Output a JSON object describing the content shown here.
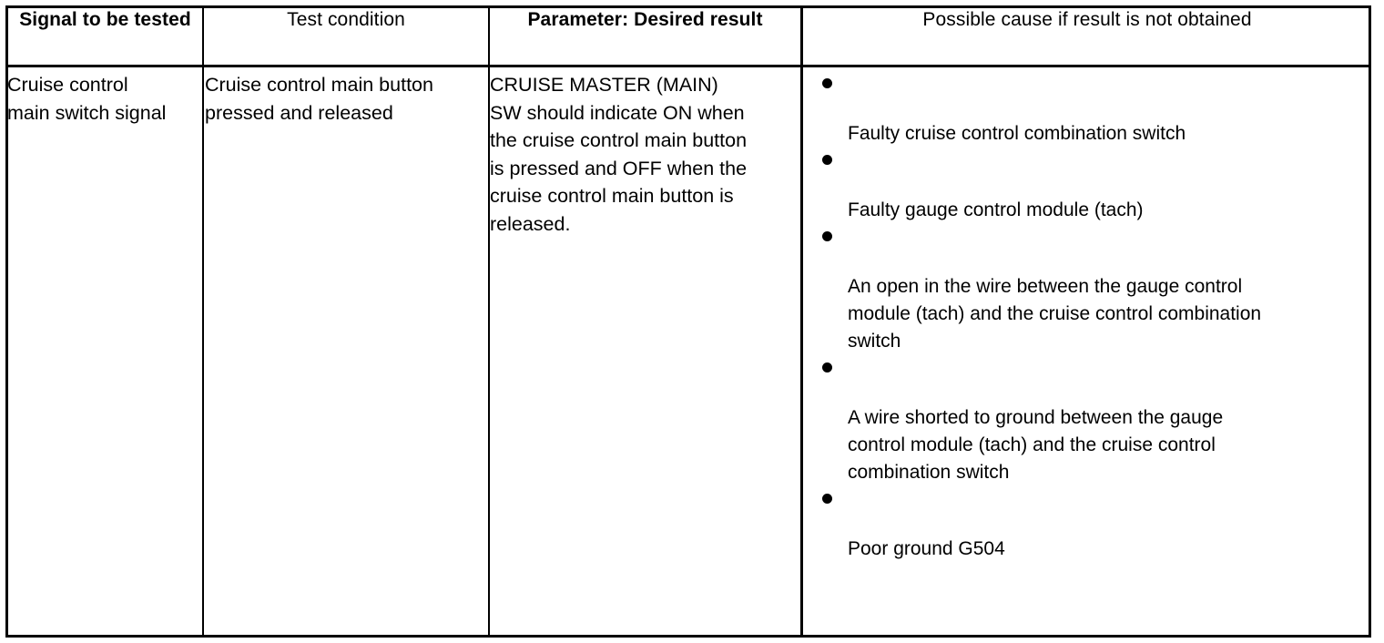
{
  "table": {
    "headers": [
      {
        "label": "Signal to be\ntested",
        "bold": true
      },
      {
        "label": "Test condition",
        "bold": false
      },
      {
        "label": "Parameter: Desired result",
        "bold": true
      },
      {
        "label": "Possible cause if result is not obtained",
        "bold": false
      }
    ],
    "rows": [
      {
        "signal": "Cruise control\nmain switch signal",
        "test_condition": "Cruise control main button\npressed and released",
        "parameter_desired_result": "CRUISE MASTER (MAIN)\nSW should indicate ON when\nthe cruise control main button\nis pressed and OFF when the\ncruise control main button is\nreleased.",
        "possible_causes": [
          "Faulty cruise control combination switch",
          "Faulty gauge control module (tach)",
          "An open in the wire between the gauge control\nmodule (tach) and the cruise control combination\nswitch",
          "A wire shorted to ground between the gauge\ncontrol module (tach) and the cruise control\ncombination switch",
          "Poor ground G504"
        ]
      }
    ]
  },
  "style": {
    "border_color": "#000000",
    "text_color": "#000000",
    "background": "#ffffff",
    "bullet_glyph": "bullet-dot"
  }
}
